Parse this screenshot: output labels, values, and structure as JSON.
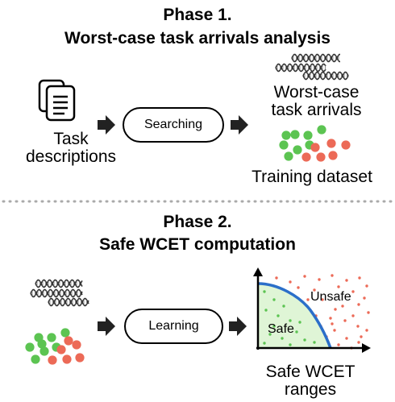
{
  "phase1": {
    "title_line1": "Phase 1.",
    "title_line2": "Worst-case task arrivals analysis",
    "input_label_line1": "Task",
    "input_label_line2": "descriptions",
    "process_label": "Searching",
    "output1_line1": "Worst-case",
    "output1_line2": "task arrivals",
    "output2": "Training dataset"
  },
  "phase2": {
    "title_line1": "Phase 2.",
    "title_line2": "Safe WCET computation",
    "process_label": "Learning",
    "region_safe": "Safe",
    "region_unsafe": "Unsafe",
    "output_line1": "Safe WCET",
    "output_line2": "ranges"
  },
  "colors": {
    "green": "#5cc452",
    "red": "#ec6a57",
    "curve": "#2b6fc9",
    "safe_fill": "#dff5d6",
    "divider": "#aaaaaa"
  },
  "icons": [
    "document-stack-icon",
    "wave-signal-icon",
    "arrow-right-icon"
  ]
}
